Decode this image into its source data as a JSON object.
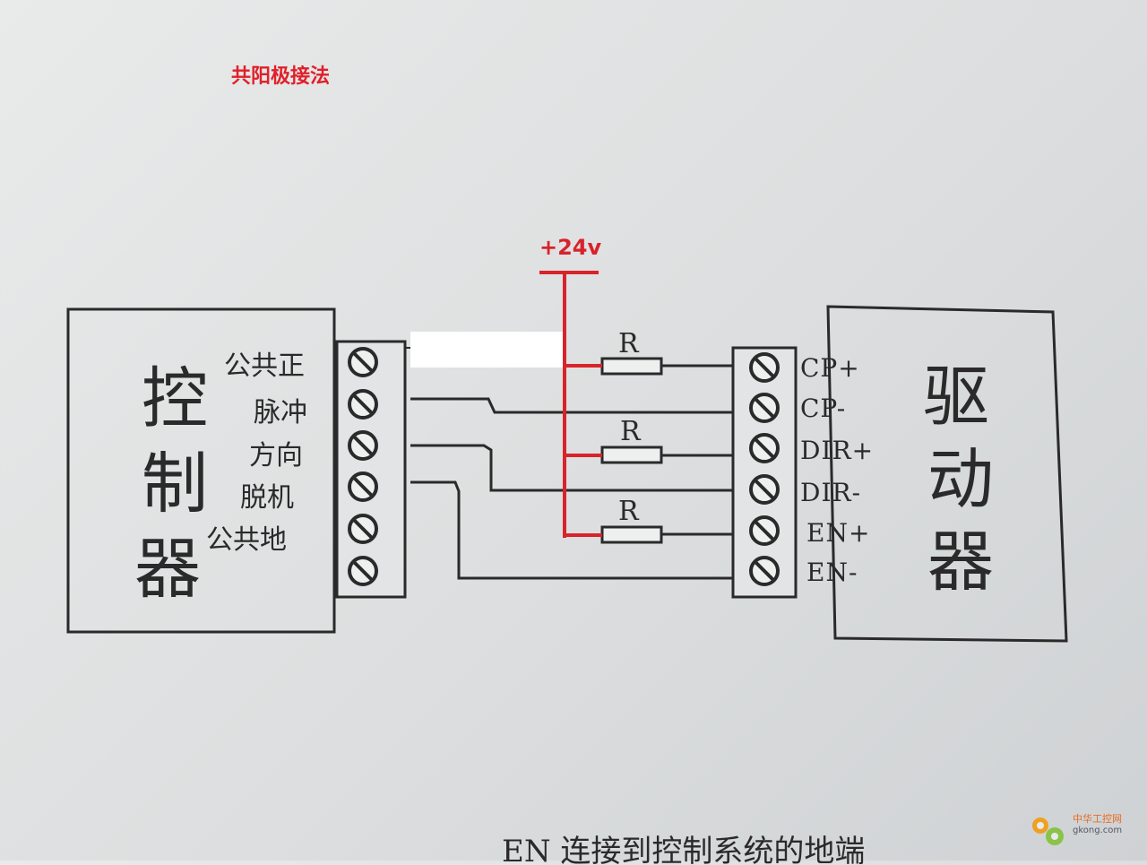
{
  "title": "共阳极接法",
  "supply_label": "+24v",
  "controller": {
    "name_chars": [
      "控",
      "制",
      "器"
    ],
    "terminals": [
      "公共正",
      "脉冲",
      "方向",
      "脱机",
      "公共地"
    ]
  },
  "driver": {
    "name_chars": [
      "驱",
      "动",
      "器"
    ],
    "terminals": [
      "CP+",
      "CP-",
      "DIR+",
      "DIR-",
      "EN+",
      "EN-"
    ]
  },
  "resistor_label": "R",
  "bottom_text": "EN 连接到控制系统的地端",
  "watermark": {
    "cn": "中华工控网",
    "site": "gkong.com"
  },
  "colors": {
    "red": "#d8232a",
    "ink": "#2a2a2a"
  }
}
